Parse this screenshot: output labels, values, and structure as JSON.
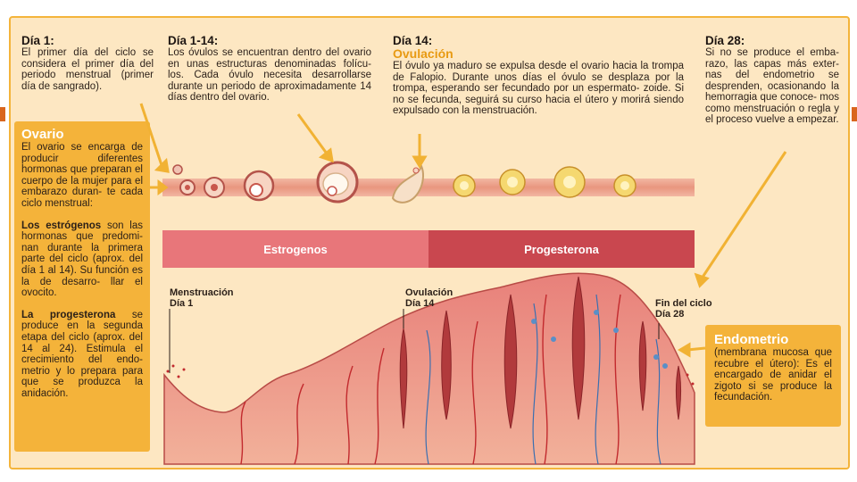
{
  "dia1": {
    "title": "Día 1:",
    "text": "El primer día del ciclo se considera el primer día del periodo menstrual (primer día de sangrado)."
  },
  "dia1_14": {
    "title": "Día 1-14:",
    "text": "Los óvulos se encuentran dentro del ovario en unas estructuras denominadas folícu- los. Cada óvulo necesita desarrollarse durante un periodo de aproximadamente 14 días dentro del ovario."
  },
  "dia14": {
    "title": "Día 14:",
    "subtitle": "Ovulación",
    "text": "El óvulo ya maduro se expulsa desde el ovario hacia la trompa de Falopio. Durante unos días el óvulo se desplaza por la trompa, esperando ser fecundado por un espermato- zoide. Si no se fecunda, seguirá su curso hacia el útero y morirá siendo expulsado con la menstruación."
  },
  "dia28": {
    "title": "Día 28:",
    "text": "Si no se produce el emba- razo, las capas más exter- nas del endometrio se desprenden, ocasionando la hemorragia que conoce- mos como menstruación o regla y el proceso vuelve a empezar."
  },
  "ovario": {
    "title": "Ovario",
    "p1": "El ovario se encarga de producir diferentes hormonas que preparan el cuerpo de la mujer para el embarazo duran- te cada ciclo menstrual:",
    "p2_bold": "Los estrógenos",
    "p2": " son las hormonas que predomi- nan durante la primera parte del ciclo (aprox. del día 1 al 14). Su función es la de desarro- llar el ovocito.",
    "p3_bold": "La progesterona",
    "p3": " se produce en la segunda etapa del ciclo (aprox. del 14 al 24). Estimula el crecimiento del endo- metrio y lo prepara para que se produzca la anidación."
  },
  "endometrio": {
    "title": "Endometrio",
    "text": "(membrana mucosa que recubre el útero): Es el encargado de anidar el zigoto si se produce la fecundación."
  },
  "hormones": {
    "estrogenos": "Estrogenos",
    "progesterona": "Progesterona"
  },
  "labels": {
    "menstruacion_l1": "Menstruación",
    "menstruacion_l2": "Día 1",
    "ovulacion_l1": "Ovulación",
    "ovulacion_l2": "Día 14",
    "fin_l1": "Fin del ciclo",
    "fin_l2": "Día 28"
  },
  "colors": {
    "panel": "#fde7c2",
    "box": "#f4b33a",
    "estrogen": "#e8767a",
    "progesterone": "#c9474f",
    "accent": "#e89a12"
  }
}
